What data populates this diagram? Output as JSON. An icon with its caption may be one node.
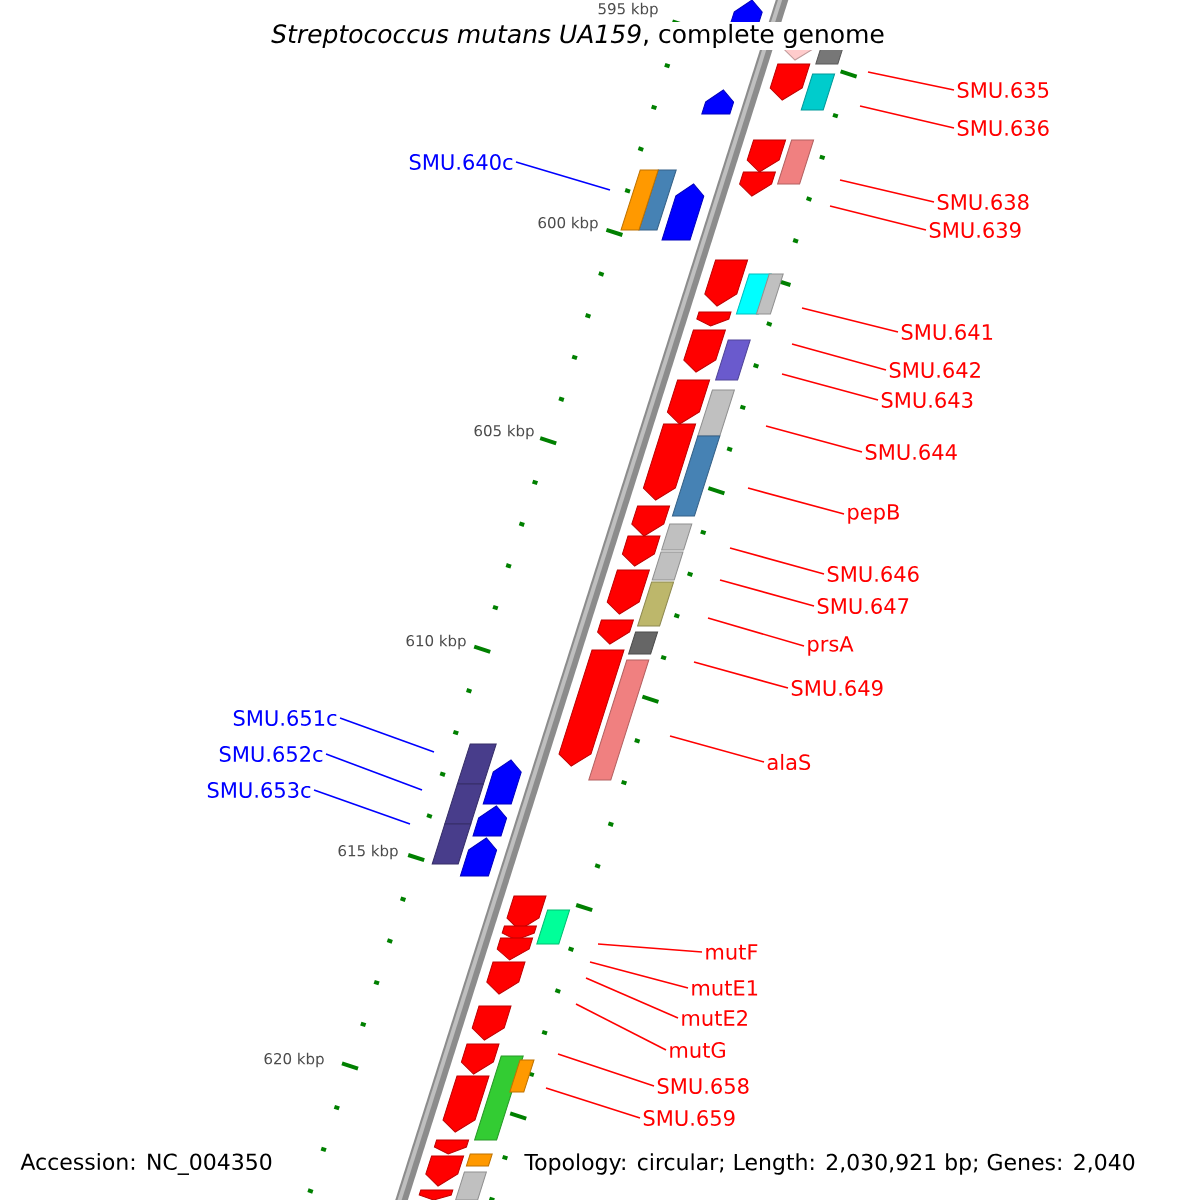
{
  "diagram": {
    "title": "*Streptococcus mutans UA159*, complete genome",
    "nodes": [
      {
        "text": [
          "SMU.635"
        ]
      },
      {
        "text": [
          "SMU.636"
        ]
      },
      {
        "text": [
          "SMU.640c"
        ]
      },
      {
        "text": [
          "SMU.638"
        ]
      },
      {
        "text": [
          "SMU.639"
        ]
      },
      {
        "text": [
          "SMU.641"
        ]
      },
      {
        "text": [
          "SMU.642"
        ]
      },
      {
        "text": [
          "SMU.643"
        ]
      },
      {
        "text": [
          "SMU.644"
        ]
      },
      {
        "text": [
          "pepB"
        ]
      },
      {
        "text": [
          "SMU.646"
        ]
      },
      {
        "text": [
          "SMU.647"
        ]
      },
      {
        "text": [
          "prsA"
        ]
      },
      {
        "text": [
          "SMU.649"
        ]
      },
      {
        "text": [
          "SMU.651c"
        ]
      },
      {
        "text": [
          "SMU.652c"
        ]
      },
      {
        "text": [
          "alaS"
        ]
      },
      {
        "text": [
          "SMU.653c"
        ]
      },
      {
        "text": [
          "mutF"
        ]
      },
      {
        "text": [
          "mutE1"
        ]
      },
      {
        "text": [
          "mutE2"
        ]
      },
      {
        "text": [
          "mutG"
        ]
      },
      {
        "text": [
          "SMU.658"
        ]
      },
      {
        "text": [
          "SMU.659"
        ]
      }
    ],
    "edges": [
      {
        "from": 0,
        "to": null,
        "arrow": "none"
      },
      {
        "from": 1,
        "to": null,
        "arrow": "none"
      },
      {
        "from": 2,
        "to": null,
        "arrow": "none",
        "color": "#0000ff"
      },
      {
        "from": 3,
        "to": null,
        "arrow": "none"
      },
      {
        "from": 4,
        "to": null,
        "arrow": "none"
      },
      {
        "from": 5,
        "to": null,
        "arrow": "none"
      },
      {
        "from": 6,
        "to": null,
        "arrow": "none"
      },
      {
        "from": 7,
        "to": null,
        "arrow": "none"
      },
      {
        "from": 8,
        "to": null,
        "arrow": "none"
      },
      {
        "from": 9,
        "to": null,
        "arrow": "none"
      },
      {
        "from": 10,
        "to": null,
        "arrow": "none"
      },
      {
        "from": 11,
        "to": null,
        "arrow": "none"
      },
      {
        "from": 12,
        "to": null,
        "arrow": "none"
      },
      {
        "from": 13,
        "to": null,
        "arrow": "none"
      },
      {
        "from": 14,
        "to": null,
        "arrow": "none",
        "color": "#0000ff"
      },
      {
        "from": 15,
        "to": null,
        "arrow": "none",
        "color": "#0000ff"
      },
      {
        "from": 16,
        "to": null,
        "arrow": "none"
      },
      {
        "from": 17,
        "to": null,
        "arrow": "none",
        "color": "#0000ff"
      },
      {
        "from": 18,
        "to": null,
        "arrow": "none"
      },
      {
        "from": 19,
        "to": null,
        "arrow": "none"
      },
      {
        "from": 20,
        "to": null,
        "arrow": "none"
      },
      {
        "from": 21,
        "to": null,
        "arrow": "none"
      },
      {
        "from": 22,
        "to": null,
        "arrow": "none"
      },
      {
        "from": 23,
        "to": null,
        "arrow": "none"
      }
    ],
    "labels": [
      "595 kbp",
      "600 kbp",
      "605 kbp",
      "610 kbp",
      "615 kbp",
      "620 kbp",
      "Accession: NC_004350",
      "Topology: circular; Length: 2,030,921 bp; Genes: 2,040"
    ]
  }
}
